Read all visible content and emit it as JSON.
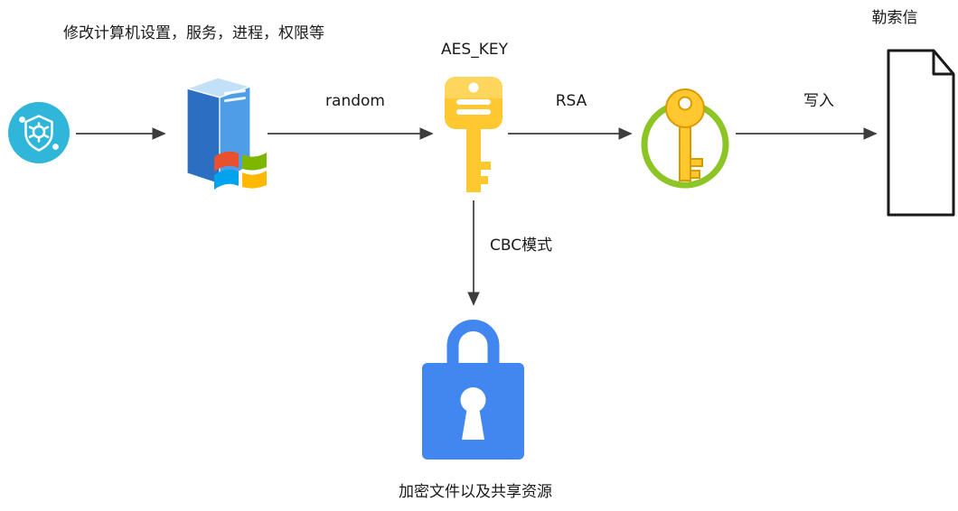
{
  "diagram": {
    "nodes": {
      "malware": {
        "label": "修改计算机设置，服务，进程，权限等"
      },
      "aes_key": {
        "label": "AES_KEY"
      },
      "ransom_note": {
        "label": "勒索信"
      },
      "encrypted_files": {
        "label": "加密文件以及共享资源"
      }
    },
    "edges": {
      "server_to_aes": {
        "label": "random"
      },
      "aes_to_rsa": {
        "label": "RSA"
      },
      "rsa_to_note": {
        "label": "写入"
      },
      "aes_to_lock": {
        "label": "CBC模式"
      }
    },
    "colors": {
      "malware_icon": "#2fb6d9",
      "server_front": "#4e9de6",
      "server_side": "#2b6fc2",
      "server_top": "#c2e1f9",
      "key_yellow": "#ffc82e",
      "ring_green": "#8ec526",
      "lock_blue": "#4286f0",
      "document_outline": "#1a1a1a",
      "arrow": "#3d3d3d",
      "text": "#1a1a1a",
      "windows_red": "#e8502e",
      "windows_green": "#7db700",
      "windows_blue": "#00a3ee",
      "windows_yellow": "#ffb900"
    }
  }
}
